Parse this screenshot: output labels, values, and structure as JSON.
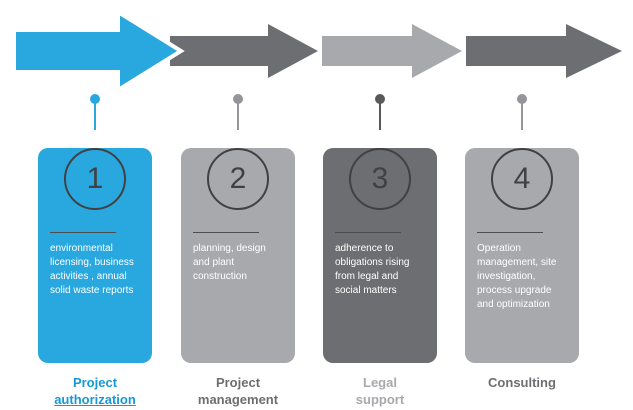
{
  "diagram": {
    "type": "process-steps",
    "direction": "left-to-right"
  },
  "arrows": [
    {
      "name": "arrow-segment-1",
      "color": "#29A8E0"
    },
    {
      "name": "arrow-segment-2",
      "color": "#6D6E71"
    },
    {
      "name": "arrow-segment-3",
      "color": "#A7A9AC"
    },
    {
      "name": "arrow-segment-4",
      "color": "#6D6E71"
    }
  ],
  "steps": [
    {
      "number": "1",
      "description": "environmental licensing, business activities , annual solid waste reports",
      "label_line1": "Project",
      "label_line2": "authorization",
      "card_color": "#29A8E0",
      "pin_color": "#29A8E0",
      "label_color": "#1899D6"
    },
    {
      "number": "2",
      "description": "planning, design and plant construction",
      "label_line1": "Project",
      "label_line2": "management",
      "card_color": "#A7A9AC",
      "pin_color": "#939598",
      "label_color": "#6D6E71"
    },
    {
      "number": "3",
      "description": "adherence to obligations rising from legal and social matters",
      "label_line1": "Legal",
      "label_line2": "support",
      "card_color": "#6D6E71",
      "pin_color": "#58595B",
      "label_color": "#A7A9AC"
    },
    {
      "number": "4",
      "description": "Operation management, site investigation, process upgrade and  optimization",
      "label_line1": "Consulting",
      "label_line2": "",
      "card_color": "#A7A9AC",
      "pin_color": "#939598",
      "label_color": "#6D6E71"
    }
  ]
}
